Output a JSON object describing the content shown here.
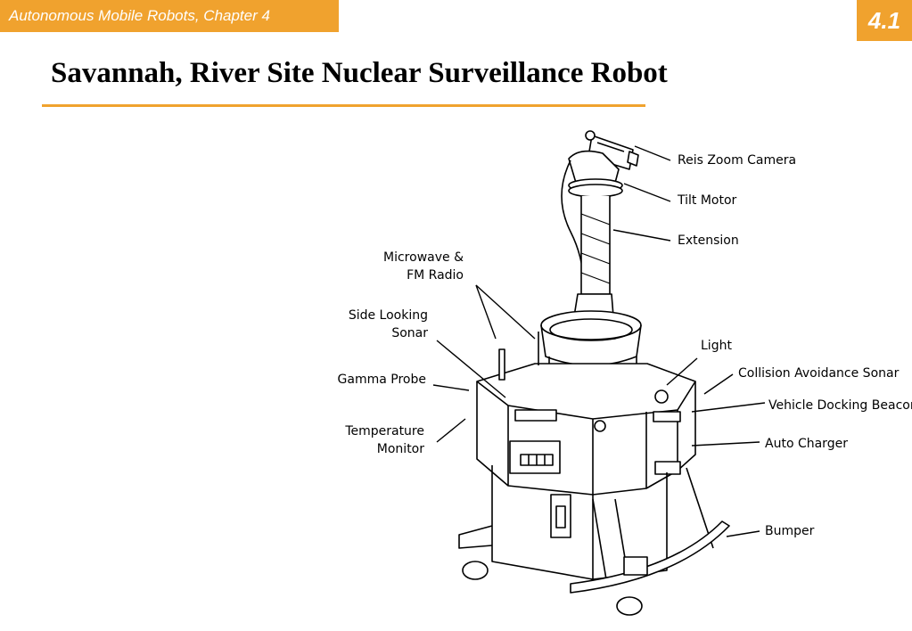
{
  "header": {
    "chapter": "Autonomous Mobile Robots, Chapter 4",
    "slide_number": "4.1"
  },
  "title": "Savannah, River Site Nuclear Surveillance Robot",
  "diagram": {
    "labels": {
      "reis_zoom_camera": "Reis Zoom Camera",
      "tilt_motor": "Tilt Motor",
      "extension": "Extension",
      "microwave_line1": "Microwave &",
      "microwave_line2": "FM Radio",
      "side_sonar_line1": "Side Looking",
      "side_sonar_line2": "Sonar",
      "gamma_probe": "Gamma Probe",
      "temperature_line1": "Temperature",
      "temperature_line2": "Monitor",
      "light": "Light",
      "collision_sonar": "Collision Avoidance Sonar",
      "docking_beacon": "Vehicle Docking Beacon",
      "auto_charger": "Auto Charger",
      "bumper": "Bumper"
    }
  },
  "colors": {
    "accent": "#f0a22e",
    "text": "#000000",
    "background": "#ffffff"
  }
}
